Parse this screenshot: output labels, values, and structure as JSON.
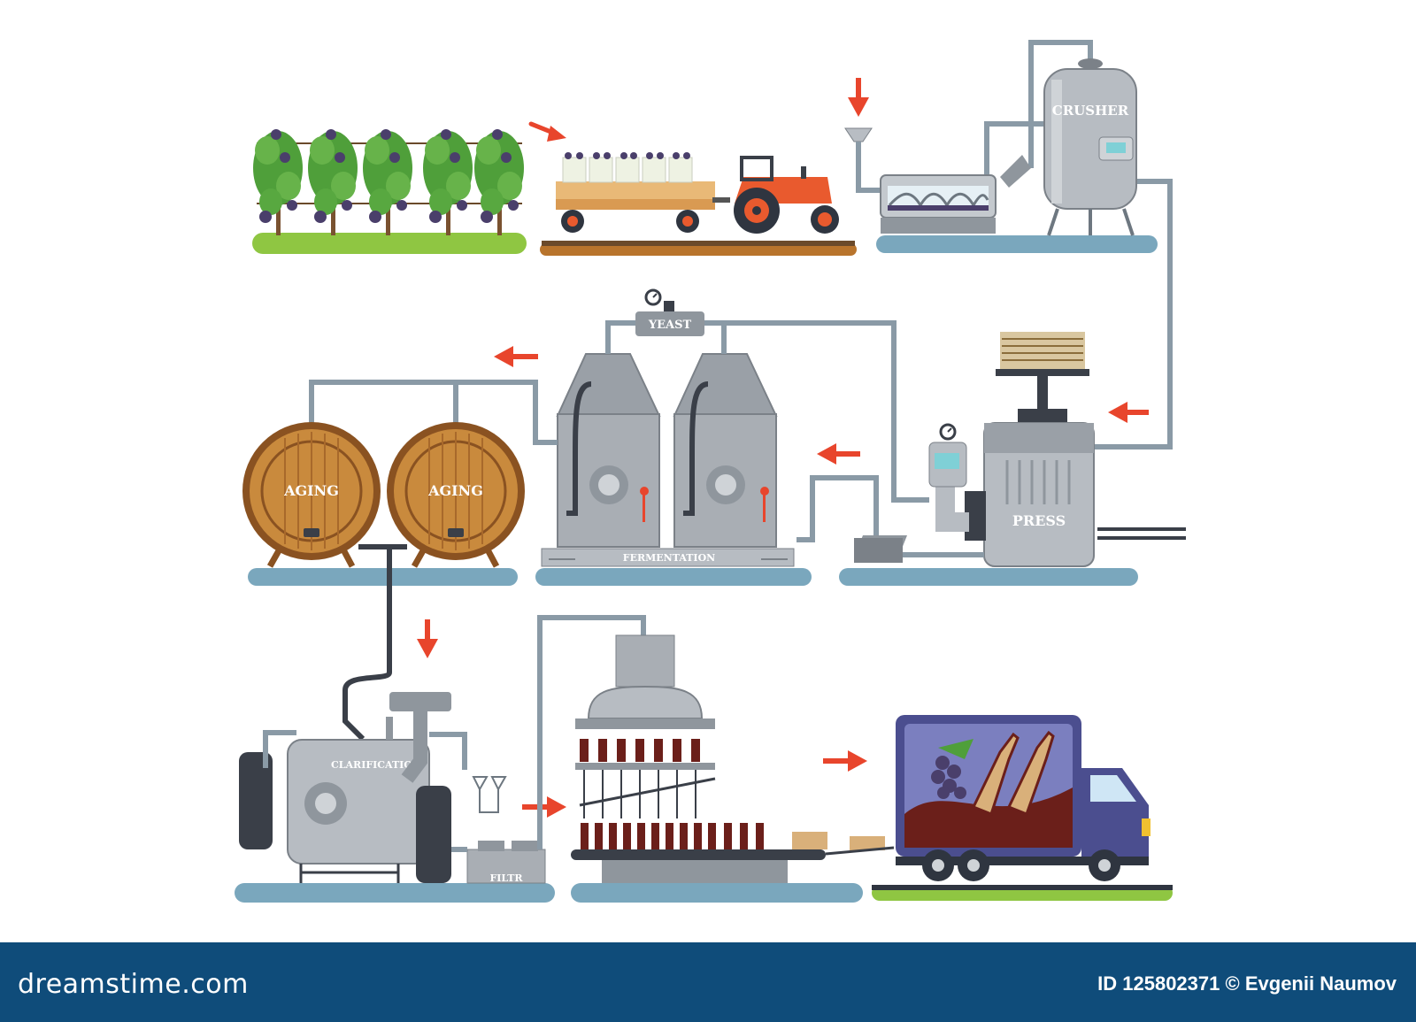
{
  "labels": {
    "crusher": "CRUSHER",
    "press": "PRESS",
    "yeast": "YEAST",
    "fermentation": "FERMENTATION",
    "aging": "AGING",
    "clarification": "CLARIFICATION",
    "filter": "FILTR"
  },
  "footer": {
    "brand": "dreamstime.com",
    "id_label": "ID",
    "id_value": "125802371",
    "copyright_symbol": "©",
    "author": "Evgenii Naumov"
  },
  "colors": {
    "arrow": "#e8452c",
    "pipe": "#8a9aa6",
    "steel": "#a9aeb4",
    "steel_dark": "#7b8188",
    "barrel": "#c98a3d",
    "barrel_dark": "#8a5221",
    "ground": "#8fc642",
    "floor": "#7aa7bd",
    "vine": "#4f9f3a",
    "grape": "#4a3f6b",
    "tractor": "#e95a2e",
    "truck": "#4b4e8f",
    "wine": "#6b1f1a",
    "footer": "#0f4c7a"
  },
  "icons": [
    "arrow-right-icon",
    "arrow-left-icon",
    "arrow-down-icon",
    "pressure-gauge-icon",
    "wine-glass-icon",
    "bottle-icon"
  ]
}
